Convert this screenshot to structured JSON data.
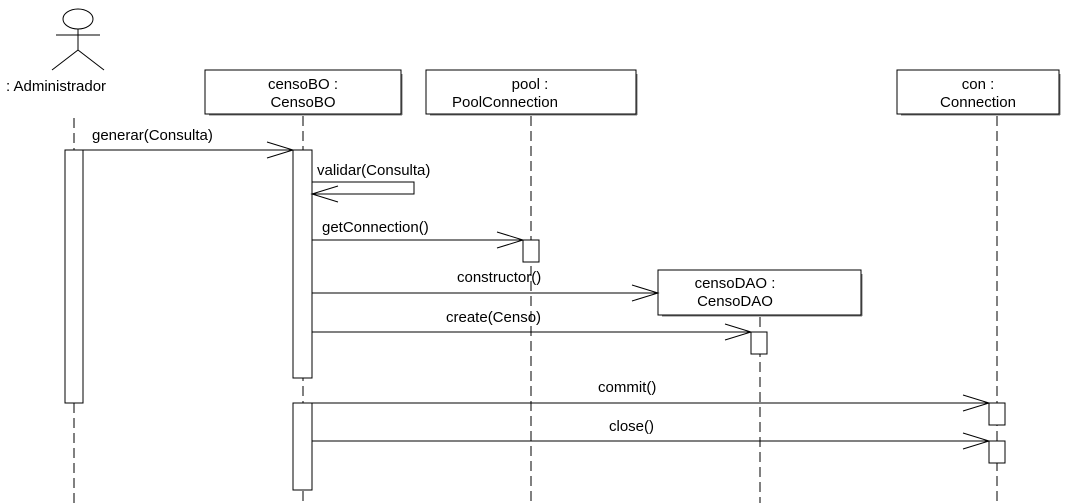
{
  "actor": {
    "label": ": Administrador"
  },
  "participants": [
    {
      "id": "censoBO",
      "line1": "censoBO :",
      "line2": "CensoBO"
    },
    {
      "id": "pool",
      "line1": "pool :",
      "line2": "PoolConnection"
    },
    {
      "id": "censoDAO",
      "line1": "censoDAO :",
      "line2": "CensoDAO"
    },
    {
      "id": "con",
      "line1": "con :",
      "line2": "Connection"
    }
  ],
  "messages": [
    {
      "id": "generar",
      "label": "generar(Consulta)"
    },
    {
      "id": "validar",
      "label": "validar(Consulta)"
    },
    {
      "id": "getConnection",
      "label": "getConnection()"
    },
    {
      "id": "constructor",
      "label": "constructor()"
    },
    {
      "id": "create",
      "label": "create(Censo)"
    },
    {
      "id": "commit",
      "label": "commit()"
    },
    {
      "id": "close",
      "label": "close()"
    }
  ],
  "colors": {
    "line": "#000000",
    "box_fill": "#ffffff",
    "background": "#ffffff"
  }
}
